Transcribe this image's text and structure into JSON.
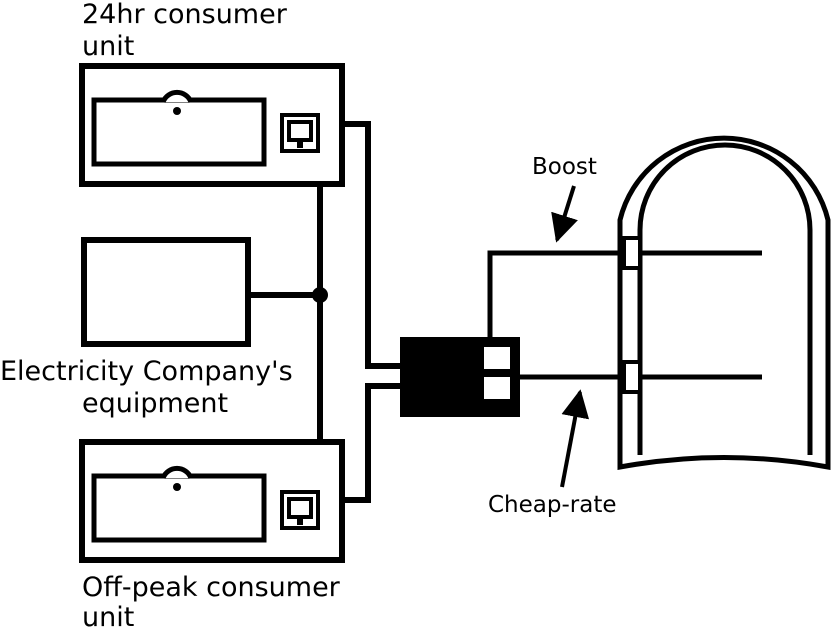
{
  "labels": {
    "unit_24hr_line1": "24hr consumer",
    "unit_24hr_line2": "unit",
    "electricity_line1": "Electricity Company's",
    "electricity_line2": "equipment",
    "offpeak_line1": "Off-peak consumer",
    "offpeak_line2": "unit",
    "boost": "Boost",
    "cheap_rate": "Cheap-rate"
  },
  "colors": {
    "ink": "#000000",
    "paper": "#ffffff"
  }
}
